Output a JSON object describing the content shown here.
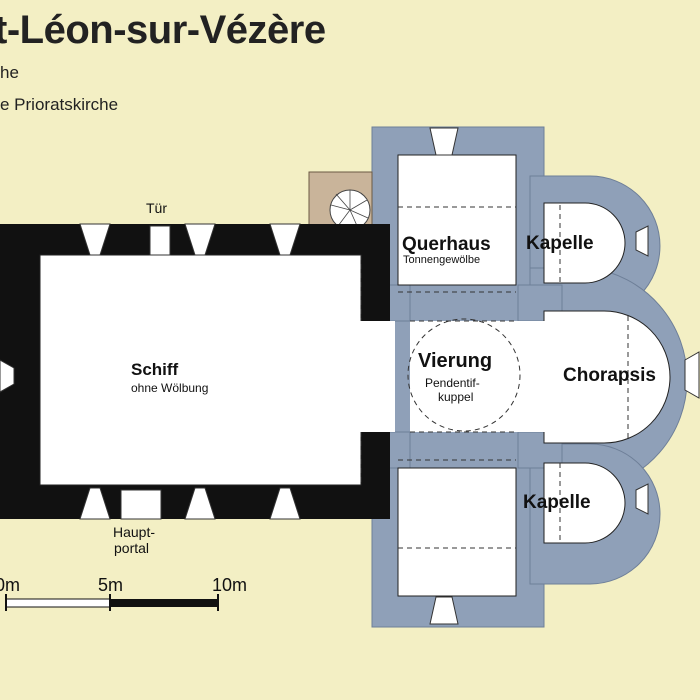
{
  "header": {
    "title": "t-Léon-sur-Vézère",
    "subtitle1": "he",
    "subtitle2": "e Prioratskirche"
  },
  "labels": {
    "tuer": "Tür",
    "querhaus": "Querhaus",
    "tonnengewoelbe": "Tonnengewölbe",
    "kapelle_north": "Kapelle",
    "kapelle_south": "Kapelle",
    "schiff": "Schiff",
    "ohne_woelbung": "ohne Wölbung",
    "vierung": "Vierung",
    "pendentif_1": "Pendentif-",
    "pendentif_2": "kuppel",
    "chorapsis": "Chorapsis",
    "hauptportal_1": "Haupt-",
    "hauptportal_2": "portal"
  },
  "scale": {
    "ticks": [
      "0m",
      "5m",
      "10m"
    ]
  },
  "colors": {
    "background": "#f3efc4",
    "wall_black": "#111111",
    "wall_gray": "#8fa0b8",
    "wall_gray_dark": "#7f91aa",
    "interior": "#ffffff",
    "stair": "#c9b49a"
  }
}
